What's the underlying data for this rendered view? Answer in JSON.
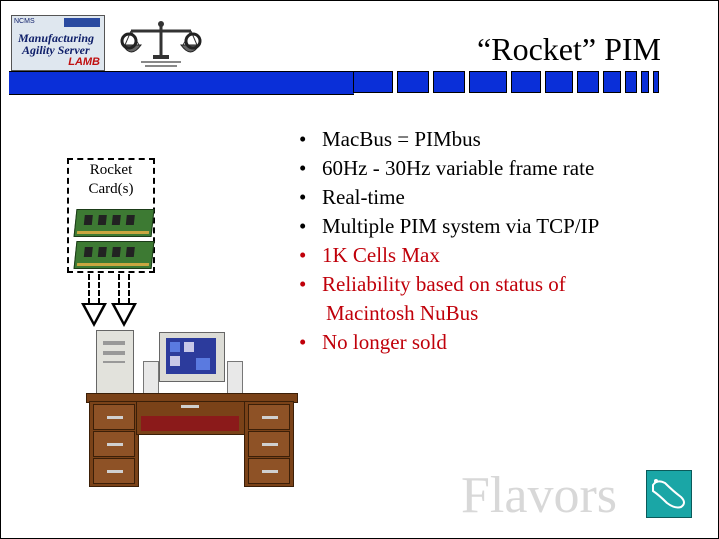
{
  "title": "“Rocket” PIM",
  "logo": {
    "top_text": "NCMS",
    "line1": "Manufacturing",
    "line2": "Agility Server",
    "brand": "LAMB"
  },
  "bullets": [
    {
      "text": "MacBus = PIMbus",
      "color": "#000000"
    },
    {
      "text": "60Hz - 30Hz variable frame rate",
      "color": "#000000"
    },
    {
      "text": "Real-time",
      "color": "#000000"
    },
    {
      "text": "Multiple PIM system via TCP/IP",
      "color": "#000000"
    },
    {
      "text": "1K Cells Max",
      "color": "#c0000a"
    },
    {
      "text": "Reliability based on status of",
      "color": "#c0000a"
    },
    {
      "text": "Macintosh NuBus",
      "color": "#c0000a",
      "continuation": true
    },
    {
      "text": "No longer sold",
      "color": "#c0000a"
    }
  ],
  "rocket_label": {
    "line1": "Rocket",
    "line2": "Card(s)"
  },
  "watermark": "Flavors",
  "colors": {
    "band": "#0a2fd8",
    "red_text": "#c0000a",
    "watermark": "#d8d8d8",
    "flavor_icon": "#1aa6a6"
  },
  "icons": {
    "scales": "scales-of-justice-icon",
    "flavor": "shoe-print-icon"
  }
}
